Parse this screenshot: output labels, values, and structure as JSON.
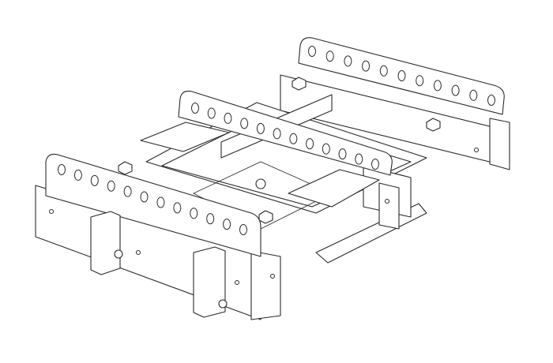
{
  "drawing": {
    "line_color": "#2a2a2a",
    "background": "#ffffff",
    "plates": [
      {
        "name": "back-perforated-plate",
        "hole_count": 11
      },
      {
        "name": "middle-perforated-plate",
        "hole_count": 12
      },
      {
        "name": "front-perforated-plate",
        "hole_count": 12
      }
    ]
  }
}
